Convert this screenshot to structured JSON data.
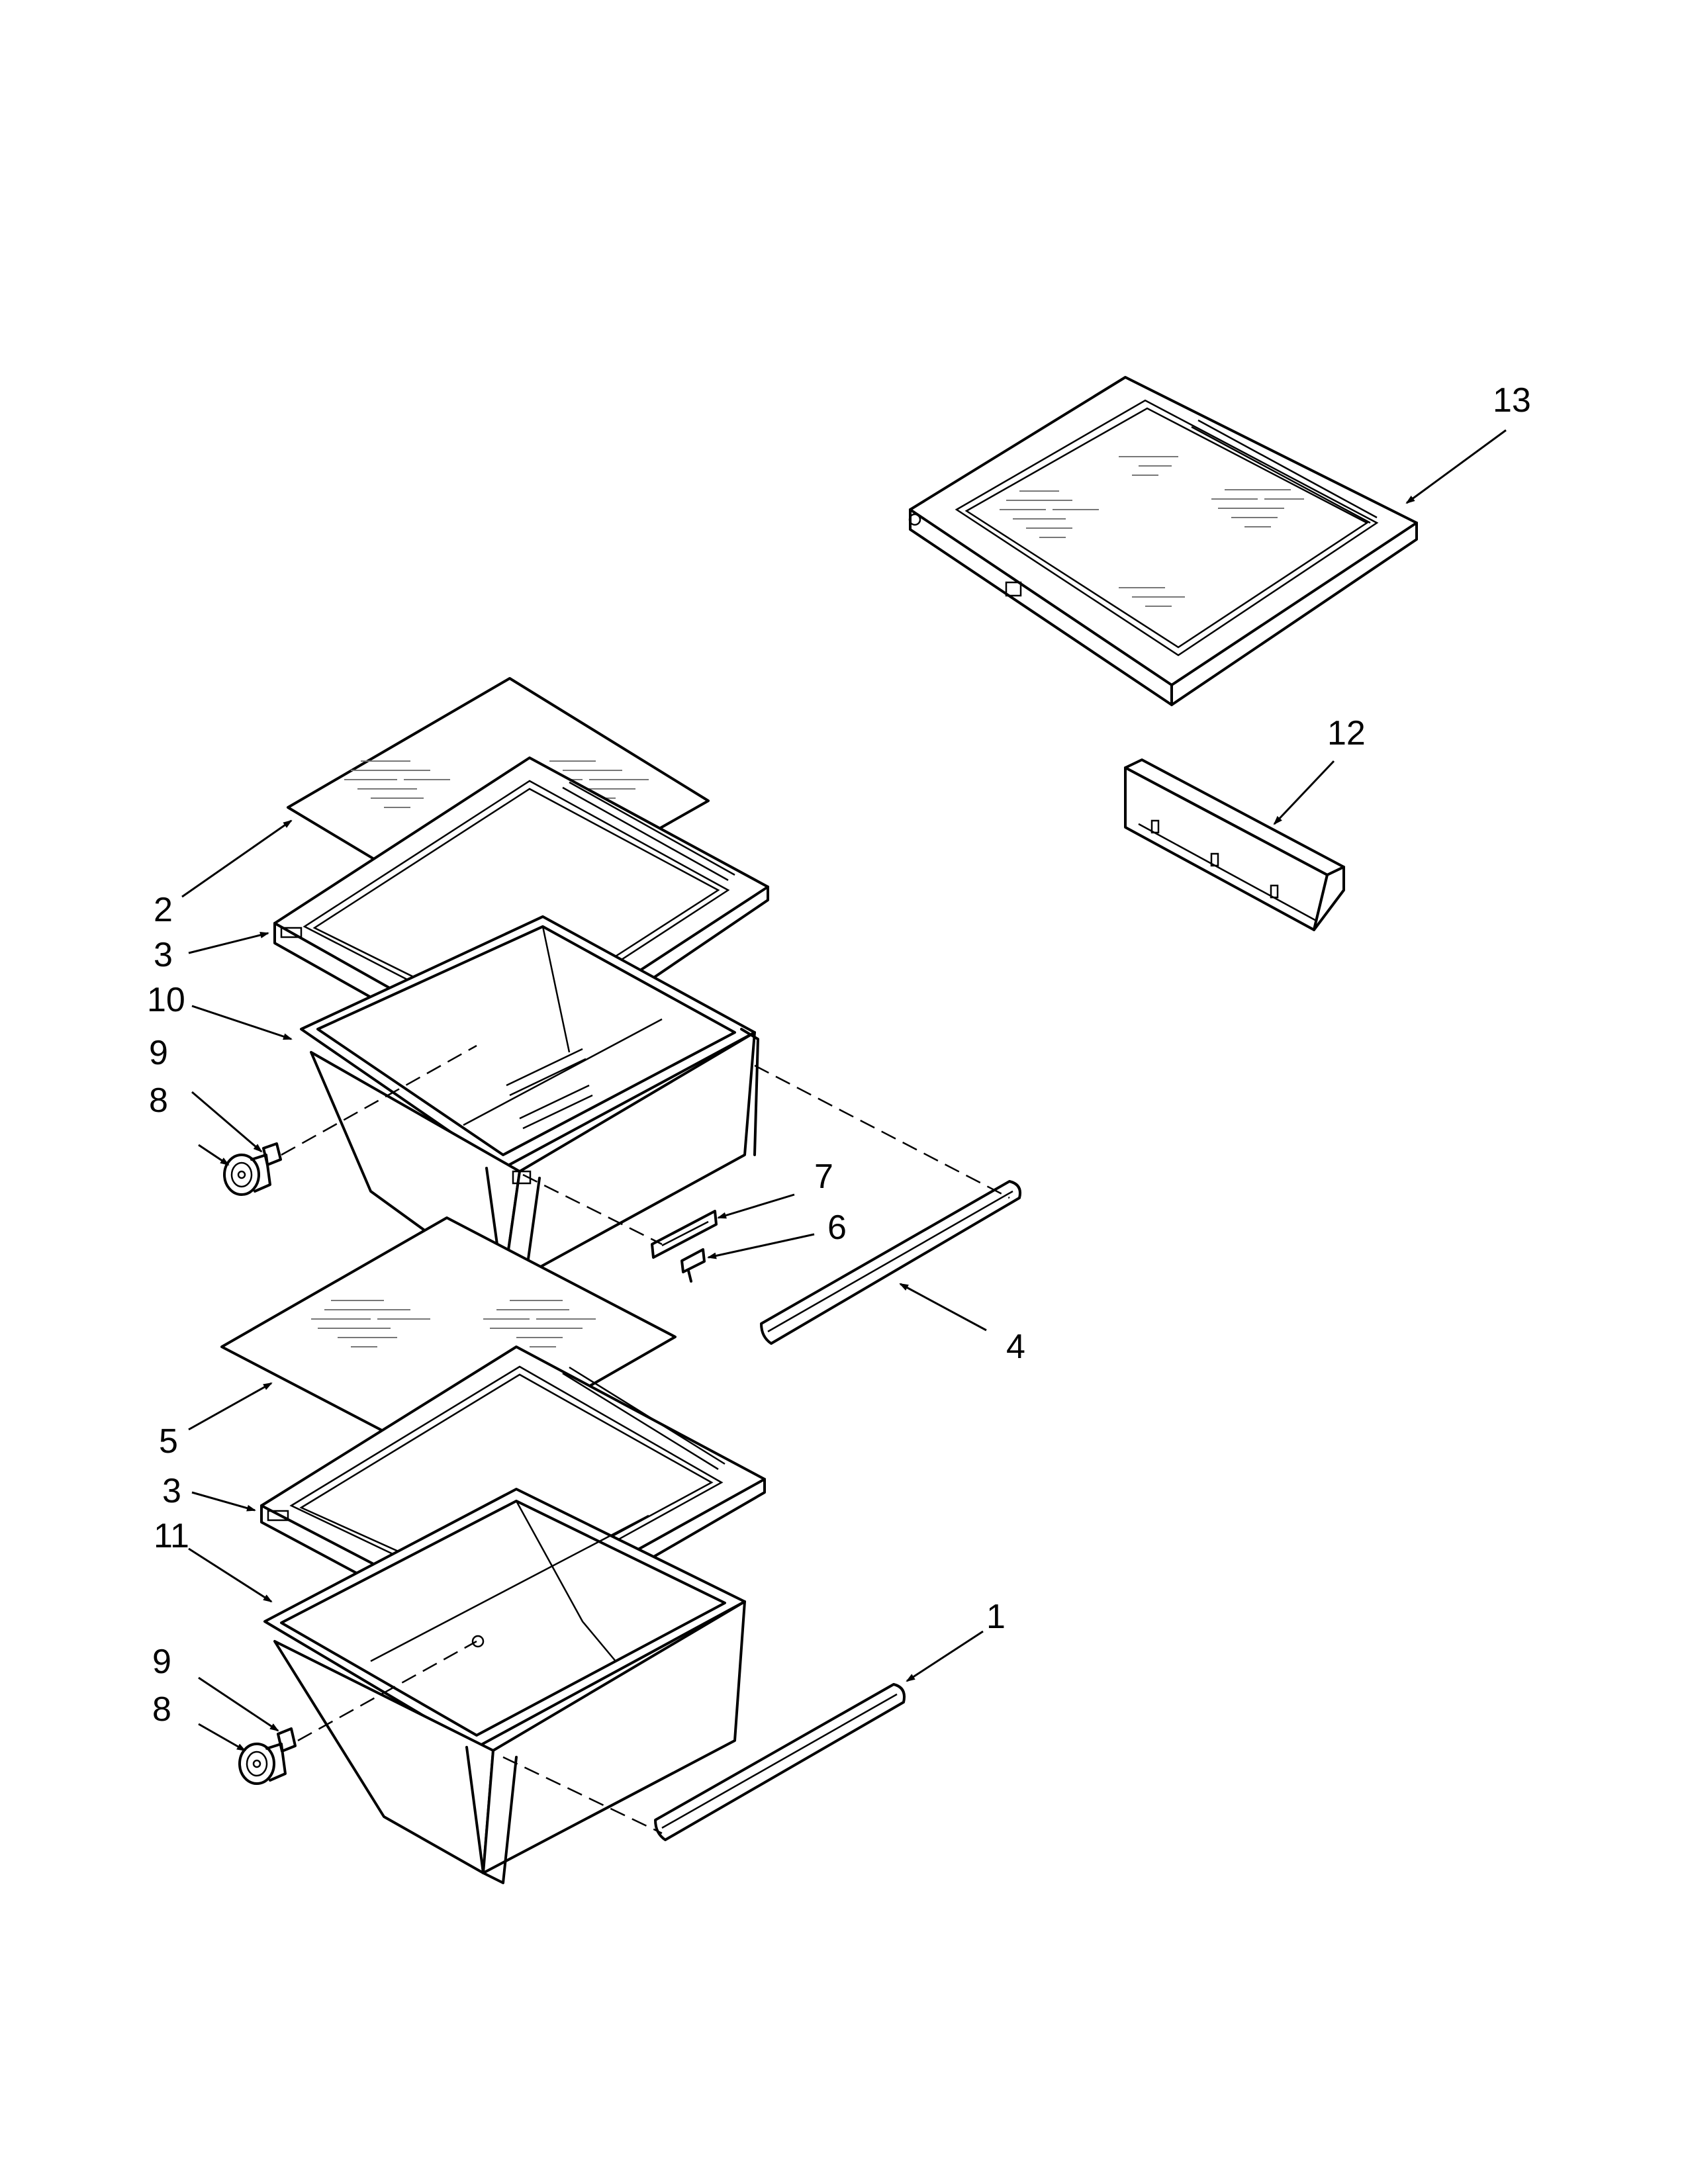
{
  "callouts": [
    {
      "id": "13",
      "label": "13"
    },
    {
      "id": "12",
      "label": "12"
    },
    {
      "id": "2",
      "label": "2"
    },
    {
      "id": "3a",
      "label": "3"
    },
    {
      "id": "10",
      "label": "10"
    },
    {
      "id": "9a",
      "label": "9"
    },
    {
      "id": "8a",
      "label": "8"
    },
    {
      "id": "7",
      "label": "7"
    },
    {
      "id": "6",
      "label": "6"
    },
    {
      "id": "4",
      "label": "4"
    },
    {
      "id": "5",
      "label": "5"
    },
    {
      "id": "3b",
      "label": "3"
    },
    {
      "id": "11",
      "label": "11"
    },
    {
      "id": "1",
      "label": "1"
    },
    {
      "id": "9b",
      "label": "9"
    },
    {
      "id": "8b",
      "label": "8"
    }
  ]
}
